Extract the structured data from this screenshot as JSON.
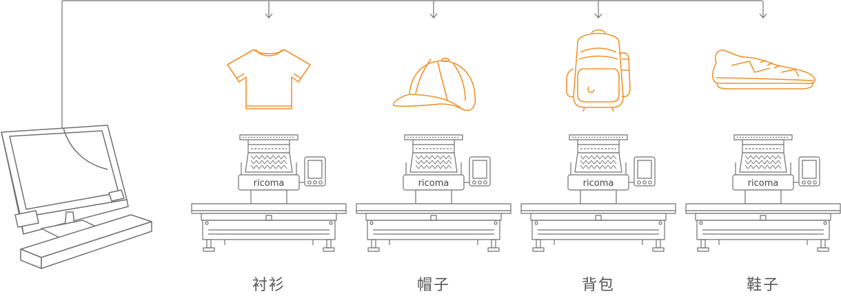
{
  "colors": {
    "line": "#6f6f6f",
    "accent": "#f0902a",
    "label": "#555555"
  },
  "workstation": {
    "icon": "computer-monitor-icon"
  },
  "stations": [
    {
      "label": "衬衫",
      "product_icon": "tshirt-icon",
      "machine_brand": "ricoma"
    },
    {
      "label": "帽子",
      "product_icon": "cap-icon",
      "machine_brand": "ricoma"
    },
    {
      "label": "背包",
      "product_icon": "backpack-icon",
      "machine_brand": "ricoma"
    },
    {
      "label": "鞋子",
      "product_icon": "sneaker-icon",
      "machine_brand": "ricoma"
    }
  ]
}
